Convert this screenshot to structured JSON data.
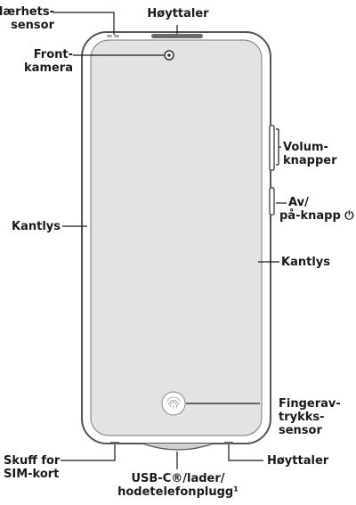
{
  "labels": {
    "proximity_sensor": [
      "Nærhets-",
      "sensor"
    ],
    "speaker_top": [
      "Høyttaler"
    ],
    "front_camera": [
      "Front-",
      "kamera"
    ],
    "volume_buttons": [
      "Volum-",
      "knapper"
    ],
    "power_button": [
      "Av/",
      "på-knapp ⏻"
    ],
    "edge_light_left": [
      "Kantlys"
    ],
    "edge_light_right": [
      "Kantlys"
    ],
    "fingerprint_sensor": [
      "Fingerav-",
      "trykks-",
      "sensor"
    ],
    "sim_tray": [
      "Skuff for",
      "SIM-kort"
    ],
    "usb_c": [
      "USB-C®/lader/",
      "hodetelefonplugg¹"
    ],
    "speaker_bottom": [
      "Høyttaler"
    ]
  }
}
